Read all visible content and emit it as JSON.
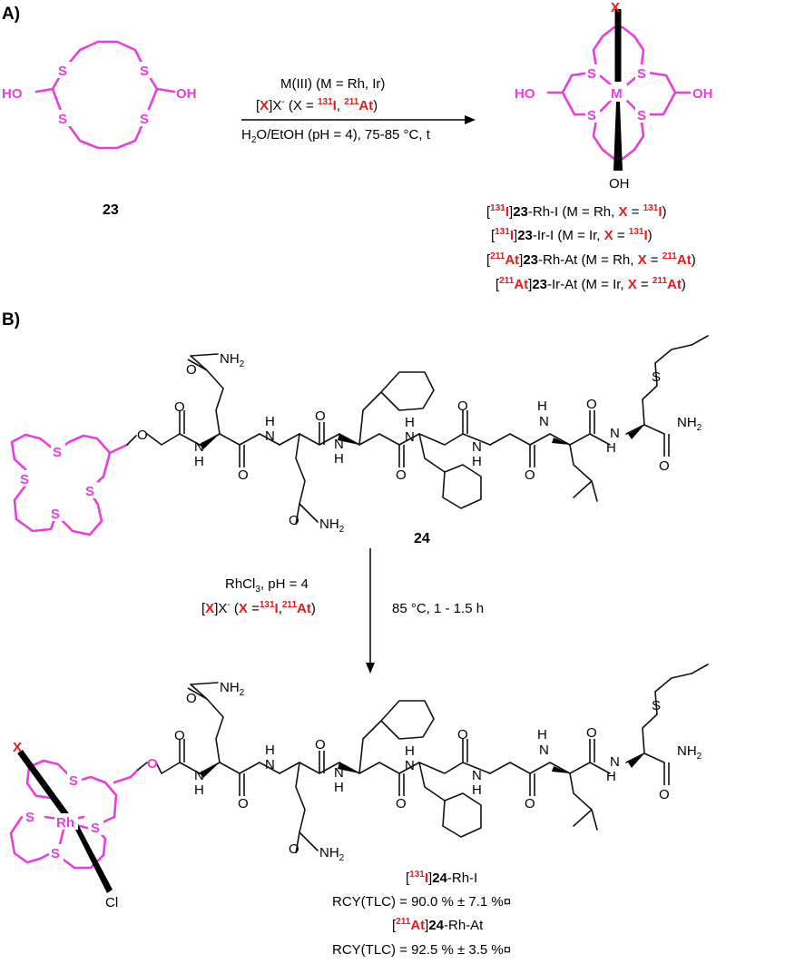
{
  "panels": {
    "a": "A)",
    "b": "B)"
  },
  "compounds": {
    "c23": "23",
    "c24": "24"
  },
  "atoms": {
    "S": "S",
    "HO": "HO",
    "OH": "OH",
    "M": "M",
    "X": "X",
    "O": "O",
    "NH2": "NH",
    "sub2": "2",
    "N": "N",
    "H": "H",
    "Rh": "Rh",
    "Cl": "Cl"
  },
  "reaction_a": {
    "line1": "M(III) (M = Rh, Ir)",
    "line2": {
      "b1": "[",
      "x": "X",
      "b2": "]X",
      "sup_minus": "-",
      "p1": " (X = ",
      "i131": "131",
      "i": "I",
      "comma": ", ",
      "at211": "211",
      "at": "At",
      "close": ")"
    },
    "line3": {
      "p1": "H",
      "s2": "2",
      "p2": "O/EtOH (pH = 4), 75-85 °C, t"
    }
  },
  "products_a": [
    {
      "b1": "[",
      "iso": "131",
      "el": "I",
      "b2": "]",
      "cmp": "23",
      "suf": "-Rh-I (M = Rh, ",
      "x": "X",
      "eq": " = ",
      "iso2": "131",
      "el2": "I",
      "end": ")"
    },
    {
      "b1": "[",
      "iso": "131",
      "el": "I",
      "b2": "]",
      "cmp": "23",
      "suf": "-Ir-I (M = Ir, ",
      "x": "X",
      "eq": " = ",
      "iso2": "131",
      "el2": "I",
      "end": ")"
    },
    {
      "b1": "[",
      "iso": "211",
      "el": "At",
      "b2": "]",
      "cmp": "23",
      "suf": "-Rh-At (M = Rh, ",
      "x": "X",
      "eq": " = ",
      "iso2": "211",
      "el2": "At",
      "end": ")"
    },
    {
      "b1": "[",
      "iso": "211",
      "el": "At",
      "b2": "]",
      "cmp": "23",
      "suf": "-Ir-At (M = Ir, ",
      "x": "X",
      "eq": " = ",
      "iso2": "211",
      "el2": "At",
      "end": ")"
    }
  ],
  "reaction_b": {
    "left1": {
      "p1": "RhCl",
      "s3": "3",
      "p2": ", pH = 4"
    },
    "left2": {
      "b1": "[",
      "x": "X",
      "b2": "]X",
      "sup_minus": "-",
      "p1": " (",
      "x2": "X",
      "eq": " =",
      "i131": "131",
      "i": "I",
      "comma": ",",
      "at211": "211",
      "at": "At",
      "close": ")"
    },
    "right": "85 °C, 1 - 1.5 h"
  },
  "yields_b": [
    {
      "b1": "[",
      "iso": "131",
      "el": "I",
      "b2": "]",
      "cmp": "24",
      "suf": "-Rh-I"
    },
    {
      "text": "RCY(TLC) = 90.0 % ± 7.1 %¤"
    },
    {
      "b1": "[",
      "iso": "211",
      "el": "At",
      "b2": "]",
      "cmp": "24",
      "suf": "-Rh-At"
    },
    {
      "text": "RCY(TLC) = 92.5 % ± 3.5 %¤"
    }
  ]
}
